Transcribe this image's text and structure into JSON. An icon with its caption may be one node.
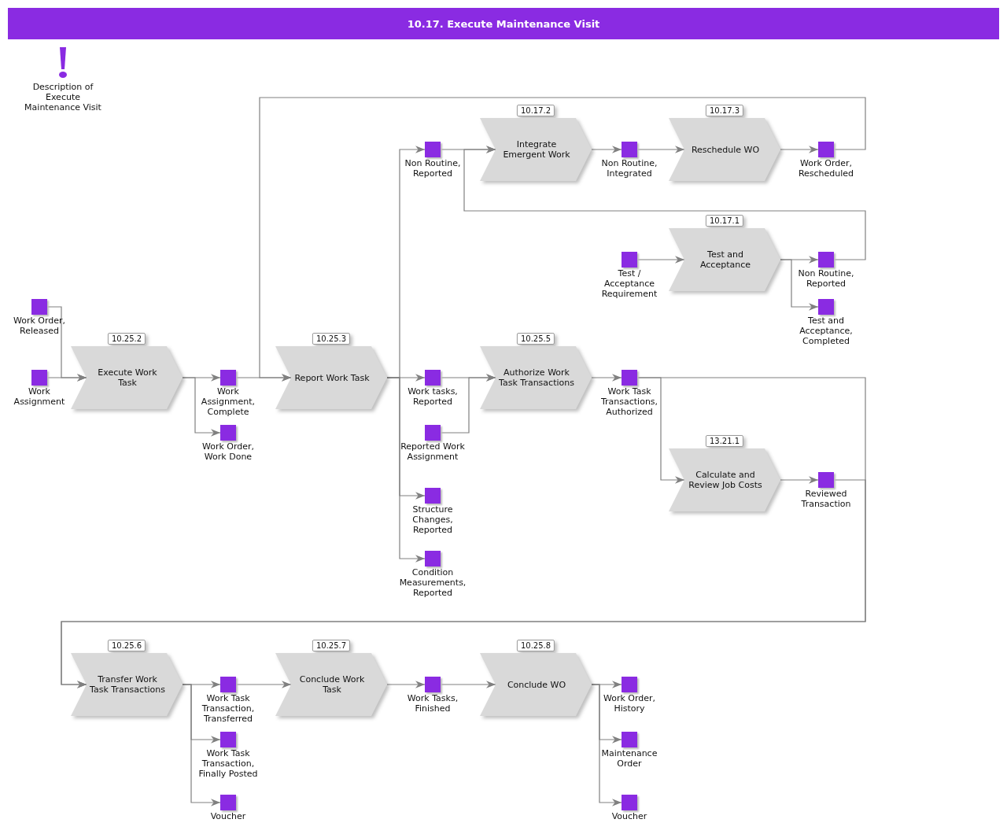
{
  "diagram": {
    "title": "10.17. Execute Maintenance Visit",
    "nodes": [
      {
        "text": [
          "Work Order, Released"
        ]
      },
      {
        "text": [
          "Work Assignment"
        ]
      },
      {
        "text": [
          "Execute Work Task"
        ],
        "beside": [
          "10.25.2"
        ]
      },
      {
        "text": [
          "Work Assignment, Complete"
        ]
      },
      {
        "text": [
          "Work Order, Work Done"
        ]
      },
      {
        "text": [
          "Report Work Task"
        ],
        "beside": [
          "10.25.3"
        ]
      },
      {
        "text": [
          "Non Routine, Reported"
        ]
      },
      {
        "text": [
          "Integrate Emergent Work"
        ],
        "beside": [
          "10.17.2"
        ]
      },
      {
        "text": [
          "Non Routine, Integrated"
        ]
      },
      {
        "text": [
          "Reschedule WO"
        ],
        "beside": [
          "10.17.3"
        ]
      },
      {
        "text": [
          "Work Order, Rescheduled"
        ]
      },
      {
        "text": [
          "Test / Acceptance Requirement"
        ]
      },
      {
        "text": [
          "Test and Acceptance"
        ],
        "beside": [
          "10.17.1"
        ]
      },
      {
        "text": [
          "Non Routine, Reported"
        ]
      },
      {
        "text": [
          "Test and Acceptance, Completed"
        ]
      },
      {
        "text": [
          "Work tasks, Reported"
        ]
      },
      {
        "text": [
          "Reported Work Assignment"
        ]
      },
      {
        "text": [
          "Structure Changes, Reported"
        ]
      },
      {
        "text": [
          "Condition Measurements, Reported"
        ]
      },
      {
        "text": [
          "Authorize Work Task Transactions"
        ],
        "beside": [
          "10.25.5"
        ]
      },
      {
        "text": [
          "Work Task Transactions, Authorized"
        ]
      },
      {
        "text": [
          "Calculate and Review Job Costs"
        ],
        "beside": [
          "13.21.1"
        ]
      },
      {
        "text": [
          "Reviewed Transaction"
        ]
      },
      {
        "text": [
          "Transfer Work Task Transactions"
        ],
        "beside": [
          "10.25.6"
        ]
      },
      {
        "text": [
          "Work Task Transaction, Transferred"
        ]
      },
      {
        "text": [
          "Work Task Transaction, Finally Posted"
        ]
      },
      {
        "text": [
          "Voucher"
        ]
      },
      {
        "text": [
          "Conclude Work Task"
        ],
        "beside": [
          "10.25.7"
        ]
      },
      {
        "text": [
          "Work Tasks, Finished"
        ]
      },
      {
        "text": [
          "Conclude WO"
        ],
        "beside": [
          "10.25.8"
        ]
      },
      {
        "text": [
          "Work Order, History"
        ]
      },
      {
        "text": [
          "Maintenance Order"
        ]
      },
      {
        "text": [
          "Voucher"
        ]
      }
    ],
    "edges": [
      {
        "from": 0,
        "to": 2,
        "arrow": "to"
      },
      {
        "from": 1,
        "to": 2,
        "arrow": "to"
      },
      {
        "from": 2,
        "to": 3,
        "arrow": "to"
      },
      {
        "from": 2,
        "to": 4,
        "arrow": "to"
      },
      {
        "from": 3,
        "to": 5,
        "arrow": "to"
      },
      {
        "from": 10,
        "to": 5,
        "arrow": "to"
      },
      {
        "from": 5,
        "to": 6,
        "arrow": "to"
      },
      {
        "from": 5,
        "to": 15,
        "arrow": "to"
      },
      {
        "from": 5,
        "to": 17,
        "arrow": "to"
      },
      {
        "from": 5,
        "to": 18,
        "arrow": "to"
      },
      {
        "from": 6,
        "to": 7,
        "arrow": "to"
      },
      {
        "from": 13,
        "to": 7,
        "arrow": "to"
      },
      {
        "from": 7,
        "to": 8,
        "arrow": "to"
      },
      {
        "from": 8,
        "to": 9,
        "arrow": "to"
      },
      {
        "from": 9,
        "to": 10,
        "arrow": "to"
      },
      {
        "from": 11,
        "to": 12,
        "arrow": "to"
      },
      {
        "from": 12,
        "to": 13,
        "arrow": "to"
      },
      {
        "from": 12,
        "to": 14,
        "arrow": "to"
      },
      {
        "from": 15,
        "to": 19,
        "arrow": "to"
      },
      {
        "from": 16,
        "to": 19,
        "arrow": "to"
      },
      {
        "from": 19,
        "to": 20,
        "arrow": "to"
      },
      {
        "from": 20,
        "to": 21,
        "arrow": "to"
      },
      {
        "from": 21,
        "to": 22,
        "arrow": "to"
      },
      {
        "from": 20,
        "to": 23,
        "arrow": "to"
      },
      {
        "from": 22,
        "to": 23,
        "arrow": "to"
      },
      {
        "from": 23,
        "to": 24,
        "arrow": "to"
      },
      {
        "from": 23,
        "to": 25,
        "arrow": "to"
      },
      {
        "from": 23,
        "to": 26,
        "arrow": "to"
      },
      {
        "from": 24,
        "to": 27,
        "arrow": "to"
      },
      {
        "from": 27,
        "to": 28,
        "arrow": "to"
      },
      {
        "from": 28,
        "to": 29,
        "arrow": "to"
      },
      {
        "from": 29,
        "to": 30,
        "arrow": "to"
      },
      {
        "from": 29,
        "to": 31,
        "arrow": "to"
      },
      {
        "from": 29,
        "to": 32,
        "arrow": "to"
      }
    ],
    "labels": [
      "Description of Execute Maintenance Visit"
    ]
  }
}
